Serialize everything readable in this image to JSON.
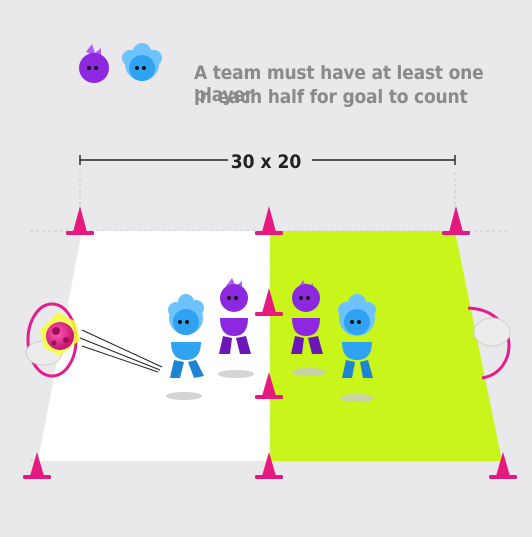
{
  "rule_text": {
    "line1": "A team must have at least one player",
    "line2": "in each half for goal to count"
  },
  "dimension_label": "30 x 20",
  "icons": {
    "legend_purple_player": "purple-player-icon",
    "legend_blue_player": "blue-player-icon"
  },
  "colors": {
    "background": "#e9e8ea",
    "left_half": "#ffffff",
    "right_half": "#c8f51a",
    "cone": "#e6197f",
    "purple_team": "#8b28e0",
    "blue_team": "#2fa2f2",
    "ball": "#e61c8c"
  }
}
